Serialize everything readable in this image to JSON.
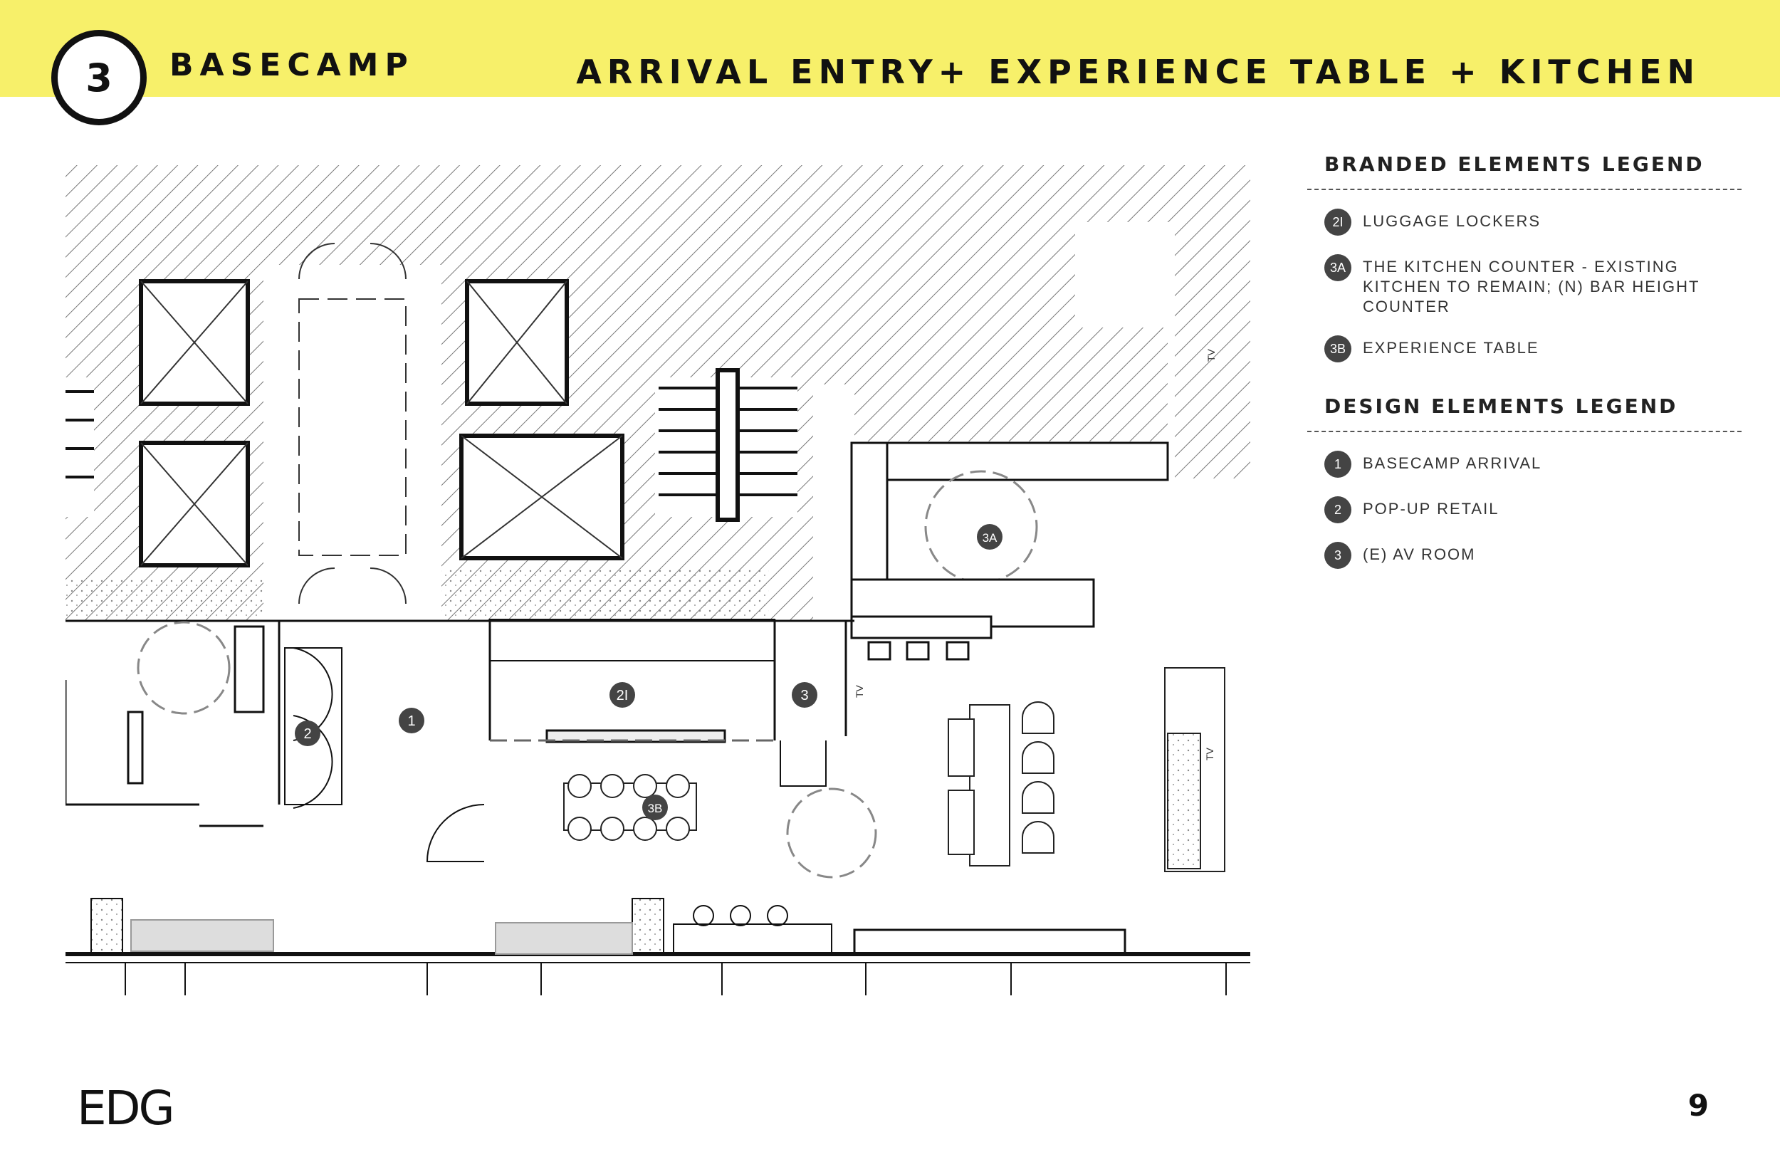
{
  "header": {
    "section_number": "3",
    "section_title": "BASECAMP",
    "page_title": "ARRIVAL ENTRY+ EXPERIENCE TABLE + KITCHEN",
    "band_color": "#f7f06a"
  },
  "plan": {
    "tags": {
      "t1": "1",
      "t2": "2",
      "t3": "3",
      "t2i": "2I",
      "t3a": "3A",
      "t3b": "3B"
    },
    "tv_labels": {
      "tv1": "TV",
      "tv2": "TV",
      "tv3": "TV"
    }
  },
  "legend": {
    "branded": {
      "heading": "BRANDED ELEMENTS LEGEND",
      "items": [
        {
          "tag": "2I",
          "text": "LUGGAGE LOCKERS"
        },
        {
          "tag": "3A",
          "text": "THE KITCHEN COUNTER - EXISTING KITCHEN TO REMAIN; (N) BAR HEIGHT COUNTER"
        },
        {
          "tag": "3B",
          "text": "EXPERIENCE TABLE"
        }
      ]
    },
    "design": {
      "heading": "DESIGN ELEMENTS LEGEND",
      "items": [
        {
          "tag": "1",
          "text": "BASECAMP ARRIVAL"
        },
        {
          "tag": "2",
          "text": "POP-UP RETAIL"
        },
        {
          "tag": "3",
          "text": "(E) AV ROOM"
        }
      ]
    }
  },
  "footer": {
    "logo": "EDG",
    "page_number": "9"
  }
}
